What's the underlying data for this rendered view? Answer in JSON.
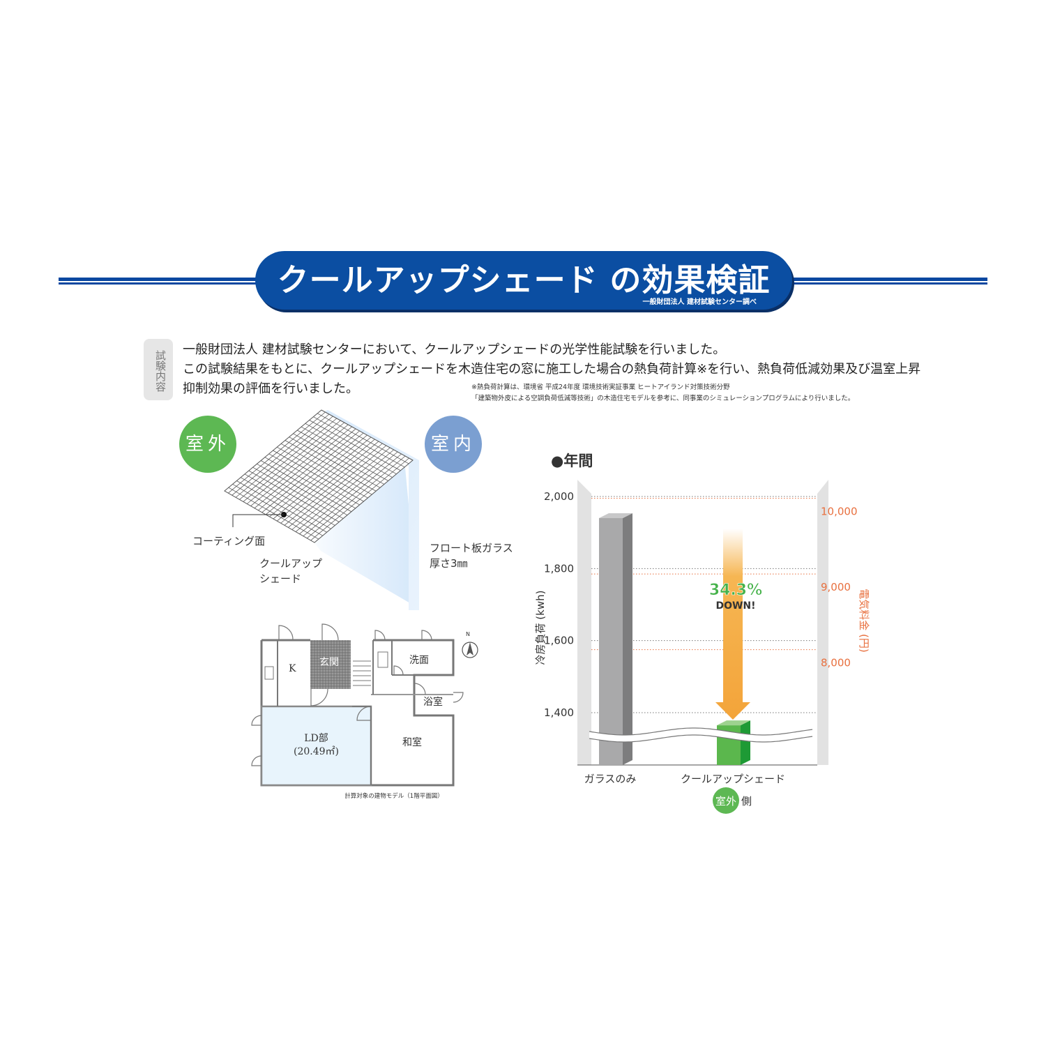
{
  "header": {
    "title": "クールアップシェード の効果検証",
    "subtitle": "一般財団法人 建材試験センター調べ"
  },
  "test": {
    "label": "試験内容",
    "lines": [
      "一般財団法人 建材試験センターにおいて、クールアップシェードの光学性能試験を行いました。",
      "この試験結果をもとに、クールアップシェードを木造住宅の窓に施工した場合の熱負荷計算※を行い、熱負荷低減効果及び温室上昇",
      "抑制効果の評価を行いました。"
    ],
    "notes": [
      "※熱負荷計算は、環境省 平成24年度 環境技術実証事業 ヒートアイランド対策技術分野",
      "「建築物外皮による空調負荷低減等技術」の木造住宅モデルを参考に、同事業のシミュレーションプログラムにより行いました。"
    ]
  },
  "diagram": {
    "outside": "室外",
    "inside": "室内",
    "coating": "コーティング面",
    "shade_line1": "クールアップ",
    "shade_line2": "シェード",
    "glass_line1": "フロート板ガラス",
    "glass_line2": "厚さ3㎜"
  },
  "floorplan": {
    "rooms": {
      "k": "K",
      "entrance": "玄関",
      "washroom": "洗面",
      "bath": "浴室",
      "ld": "LD部",
      "ld_area": "(20.49㎡)",
      "japanese": "和室"
    },
    "compass": "N",
    "caption": "計算対象の建物モデル（1階平面図）"
  },
  "chart_data": {
    "type": "bar",
    "title": "●年間",
    "categories": [
      "ガラスのみ",
      "クールアップシェード"
    ],
    "values": [
      1940,
      1365
    ],
    "ylabel": "冷房負荷 (kwh)",
    "ylabel2": "電気料金 (円)",
    "ylim": [
      1300,
      2000
    ],
    "y_ticks": [
      1400,
      1600,
      1800,
      2000
    ],
    "y_tick_labels": [
      "1,400",
      "1,600",
      "1,800",
      "2,000"
    ],
    "y2_tick_labels": [
      "8,000",
      "9,000",
      "10,000"
    ],
    "y2_tick_values": [
      1575,
      1785,
      1995
    ],
    "annotation_percent": "34.3%",
    "annotation_text": "DOWN!",
    "footer_badge": "室外",
    "footer_text": "側",
    "axis_break": true,
    "grid": true,
    "colors": {
      "glass": "#a9a9aa",
      "shade": "#5bb74d",
      "arrow": "#f3a43a",
      "percent": "#45b24a",
      "right_axis": "#e8703f"
    }
  }
}
